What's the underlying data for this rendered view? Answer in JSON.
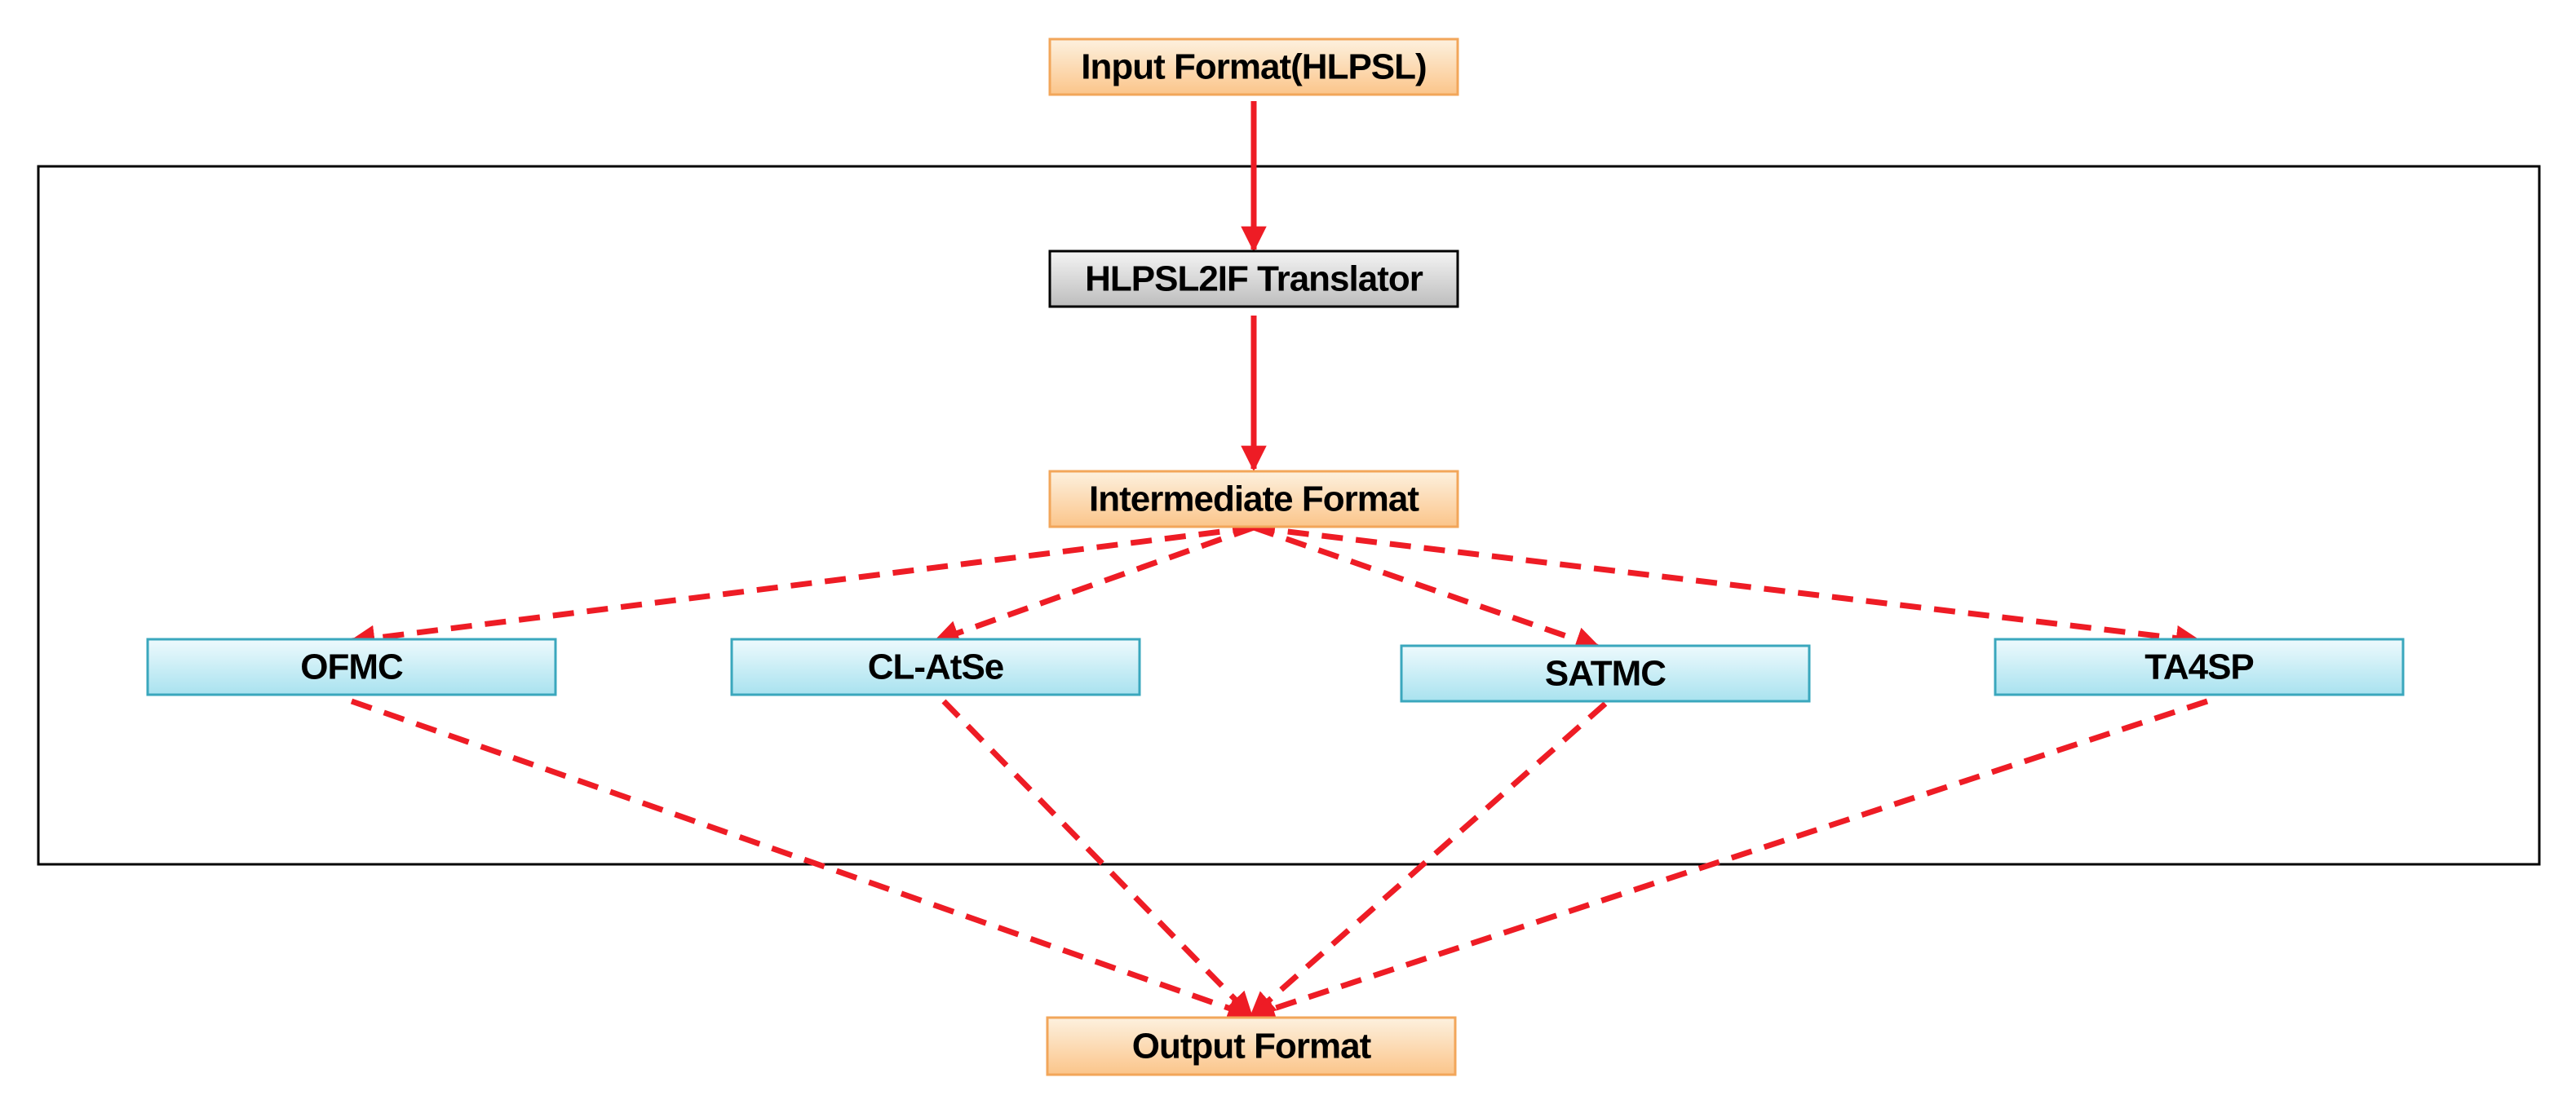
{
  "nodes": {
    "input": {
      "label": "Input Format(HLPSL)"
    },
    "translator": {
      "label": "HLPSL2IF Translator"
    },
    "intermediate": {
      "label": "Intermediate Format"
    },
    "ofmc": {
      "label": "OFMC"
    },
    "clatse": {
      "label": "CL-AtSe"
    },
    "satmc": {
      "label": "SATMC"
    },
    "ta4sp": {
      "label": "TA4SP"
    },
    "output": {
      "label": "Output Format"
    }
  },
  "edges": [
    {
      "from": "input",
      "to": "translator",
      "style": "solid"
    },
    {
      "from": "translator",
      "to": "intermediate",
      "style": "solid"
    },
    {
      "from": "intermediate",
      "to": "ofmc",
      "style": "dashed"
    },
    {
      "from": "intermediate",
      "to": "clatse",
      "style": "dashed"
    },
    {
      "from": "intermediate",
      "to": "satmc",
      "style": "dashed"
    },
    {
      "from": "intermediate",
      "to": "ta4sp",
      "style": "dashed"
    },
    {
      "from": "ofmc",
      "to": "output",
      "style": "dashed"
    },
    {
      "from": "clatse",
      "to": "output",
      "style": "dashed"
    },
    {
      "from": "satmc",
      "to": "output",
      "style": "dashed"
    },
    {
      "from": "ta4sp",
      "to": "output",
      "style": "dashed"
    }
  ],
  "colors": {
    "arrow": "#ee1c25",
    "format_fill_top": "#fdf1df",
    "format_fill_bottom": "#fbc58a",
    "format_stroke": "#f2a65a",
    "tool_fill_top": "#eefafd",
    "tool_fill_bottom": "#a8e2ef",
    "tool_stroke": "#3aa7bd",
    "translator_fill_top": "#f4f4f4",
    "translator_fill_bottom": "#bdbdbd",
    "translator_stroke": "#000000"
  }
}
